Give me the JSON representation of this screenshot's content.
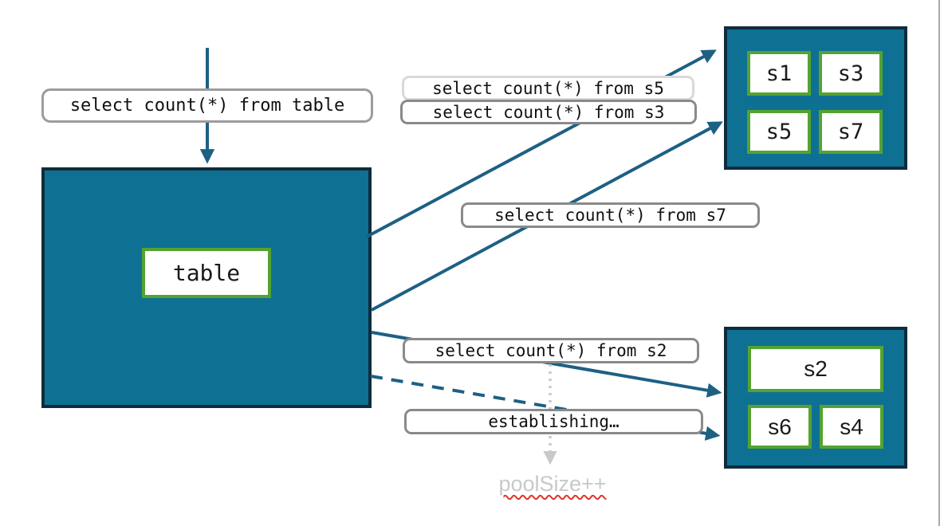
{
  "diagram": {
    "query_labels": {
      "table": "select count(*) from table",
      "s5": "select count(*) from s5",
      "s3": "select count(*) from s3",
      "s7": "select count(*) from s7",
      "s2": "select count(*) from s2",
      "establishing": "establishing…"
    },
    "source": {
      "label": "table"
    },
    "pool_top": {
      "shards": [
        "s1",
        "s3",
        "s5",
        "s7"
      ]
    },
    "pool_bottom": {
      "shards": [
        "s2",
        "s6",
        "s4"
      ]
    },
    "annotation": "poolSize++",
    "colors": {
      "teal_fill": "#0e7193",
      "box_border": "#102c3c",
      "green_border": "#54a331",
      "arrow": "#1d6084",
      "label_border": "#8a8a8a",
      "label_border_light": "#d9d9d9",
      "dotted_arrow": "#c9c9c9",
      "annotation_text": "#c7c9cb",
      "squiggle": "#e0352b"
    }
  }
}
